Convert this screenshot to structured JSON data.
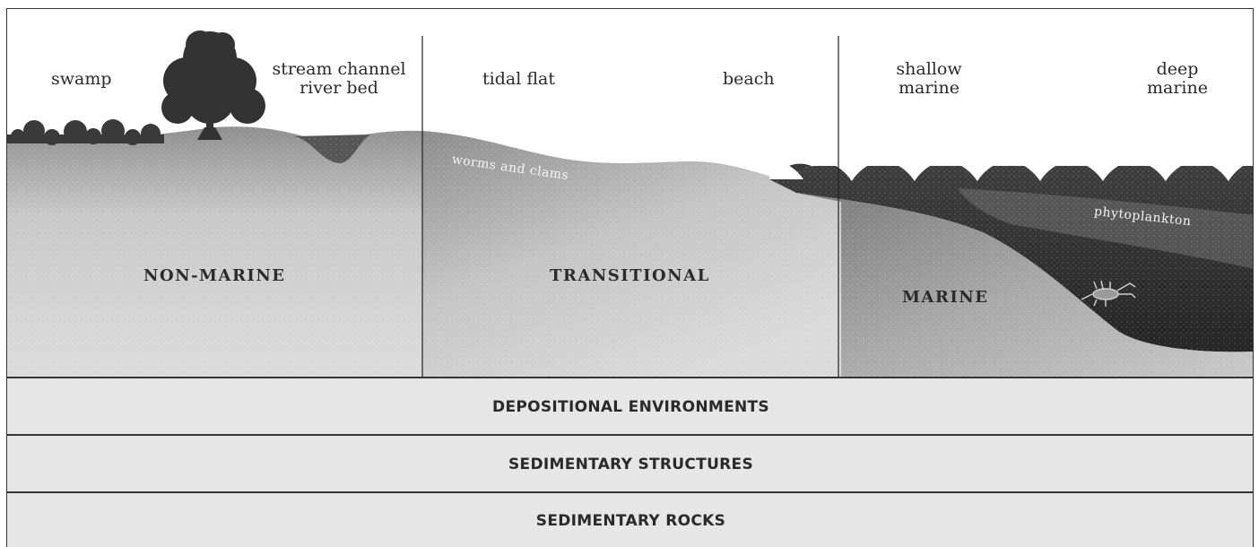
{
  "labels": {
    "swamp": "swamp",
    "stream_line1": "stream channel",
    "stream_line2": "river bed",
    "tidal_flat": "tidal flat",
    "beach": "beach",
    "shallow_line1": "shallow",
    "shallow_line2": "marine",
    "deep_line1": "deep",
    "deep_line2": "marine"
  },
  "annotations": {
    "worms": "worms and clams",
    "phytoplankton": "phytoplankton"
  },
  "zones": {
    "non_marine": "NON-MARINE",
    "transitional": "TRANSITIONAL",
    "marine": "MARINE"
  },
  "bands": {
    "depositional": "DEPOSITIONAL ENVIRONMENTS",
    "structures": "SEDIMENTARY STRUCTURES",
    "rocks": "SEDIMENTARY ROCKS"
  },
  "icons": [
    "tree-icon",
    "shrub-icon",
    "lobster-icon",
    "wave-icon"
  ],
  "colors": {
    "band": "#e6e6e6",
    "water": "#3a3a3a",
    "sediment": "#d2d2d2",
    "text": "#2a2a2a"
  }
}
